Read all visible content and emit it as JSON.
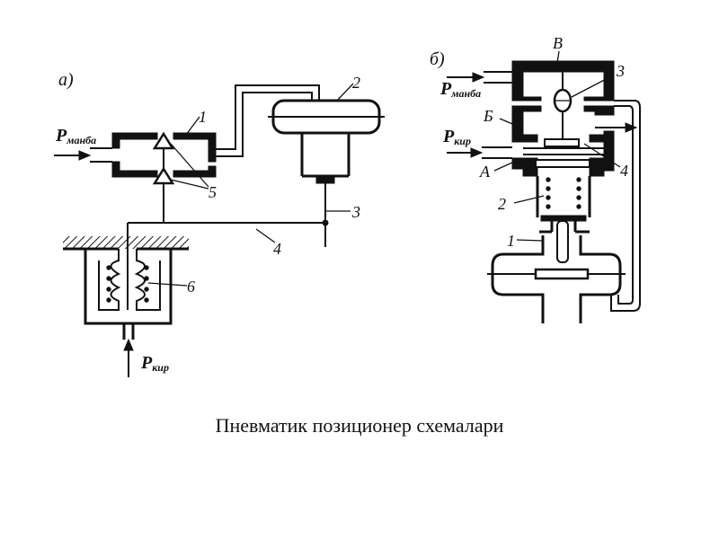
{
  "diagram_a": {
    "panel_label": "а)",
    "supply_pressure": {
      "main": "P",
      "subscript": "манба"
    },
    "input_pressure": {
      "main": "P",
      "subscript": "кир"
    },
    "callouts": [
      "1",
      "2",
      "3",
      "4",
      "5",
      "6"
    ]
  },
  "diagram_b": {
    "panel_label": "б)",
    "supply_pressure": {
      "main": "P",
      "subscript": "манба"
    },
    "input_pressure": {
      "main": "P",
      "subscript": "кир"
    },
    "chamber_labels": [
      "В",
      "Б",
      "А"
    ],
    "callouts": [
      "1",
      "2",
      "3",
      "4"
    ]
  },
  "caption": "Пневматик позиционер схемалари"
}
